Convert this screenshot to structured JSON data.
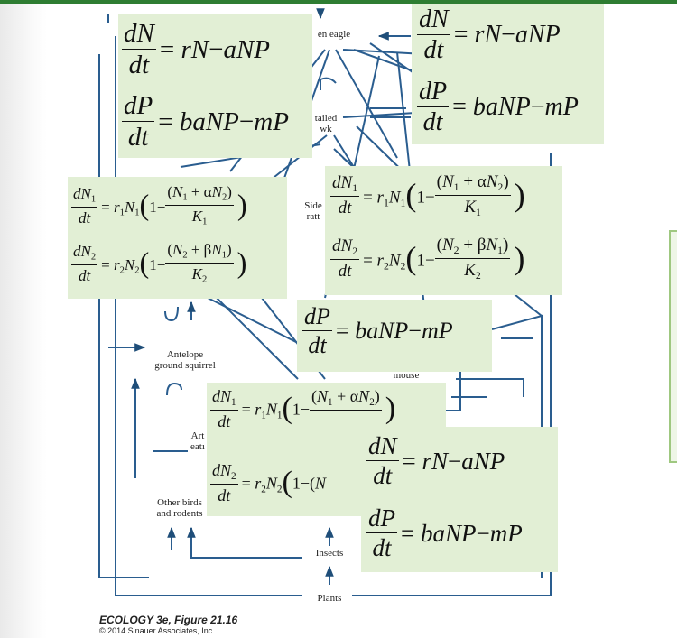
{
  "diagram": {
    "figure_label": "ECOLOGY 3e, Figure 21.16",
    "copyright": "© 2014 Sinauer Associates, Inc.",
    "nodes": {
      "golden_eagle": "en eagle",
      "red_tailed_hawk_1": "tailed",
      "red_tailed_hawk_2": "wk",
      "sidewinder_1": "Side",
      "sidewinder_2": "ratt",
      "antelope_squirrel_1": "Antelope",
      "antelope_squirrel_2": "ground squirrel",
      "mouse": "mouse",
      "arthropod_eater_1": "Art",
      "arthropod_eater_2": "eatı",
      "other_birds_1": "Other birds",
      "other_birds_2": "and rodents",
      "insects": "Insects",
      "plants": "Plants"
    }
  },
  "overlay_cards": [
    {
      "id": "pp1",
      "eq1": "dN/dt = rN − aNP",
      "eq2": "dP/dt = baNP − mP"
    },
    {
      "id": "pp2",
      "eq1": "dN/dt = rN − aNP",
      "eq2": "dP/dt = baNP − mP"
    },
    {
      "id": "comp1",
      "eq1": "dN1/dt = r1N1(1 − (N1 + αN2)/K1)",
      "eq2": "dN2/dt = r2N2(1 − (N2 + βN1)/K2)"
    },
    {
      "id": "comp2",
      "eq1": "dN1/dt = r1N1(1 − (N1 + αN2)/K1)",
      "eq2": "dN2/dt = r2N2(1 − (N2 + βN1)/K2)"
    },
    {
      "id": "pred3",
      "eq1": "dP/dt = baNP − mP"
    },
    {
      "id": "comp3",
      "eq1": "dN1/dt = r1N1(1 − (N1 + αN2)",
      "eq2": "dN2/dt = r2N2(1 − (N"
    },
    {
      "id": "pp3",
      "eq1": "dN/dt = rN − aNP",
      "eq2": "dP/dt = baNP − mP"
    }
  ]
}
